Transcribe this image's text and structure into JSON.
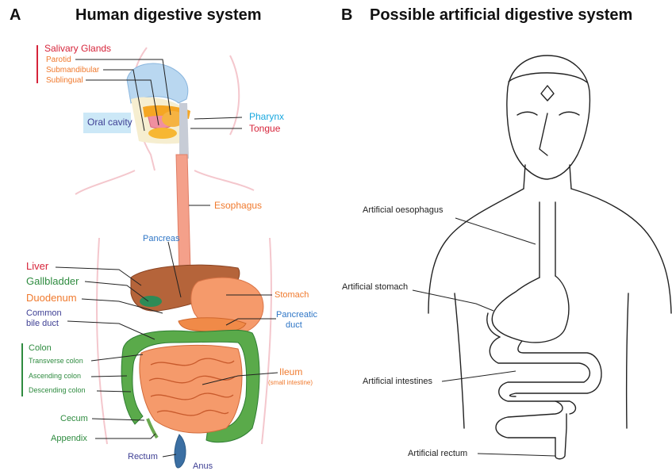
{
  "panel_a": {
    "letter": "A",
    "title": "Human digestive system",
    "labels": {
      "salivary_glands": "Salivary Glands",
      "parotid": "Parotid",
      "submandibular": "Submandibular",
      "sublingual": "Sublingual",
      "oral_cavity": "Oral cavity",
      "pharynx": "Pharynx",
      "tongue": "Tongue",
      "esophagus": "Esophagus",
      "pancreas": "Pancreas",
      "liver": "Liver",
      "gallbladder": "Gallbladder",
      "duodenum": "Duodenum",
      "common_bile_duct_1": "Common",
      "common_bile_duct_2": "bile duct",
      "stomach": "Stomach",
      "pancreatic_duct_1": "Pancreatic",
      "pancreatic_duct_2": "duct",
      "colon": "Colon",
      "transverse_colon": "Transverse colon",
      "ascending_colon": "Ascending colon",
      "descending_colon": "Descending colon",
      "ileum": "Ileum",
      "ileum_note": "(small intestine)",
      "cecum": "Cecum",
      "appendix": "Appendix",
      "rectum": "Rectum",
      "anus": "Anus"
    }
  },
  "panel_b": {
    "letter": "B",
    "title": "Possible artificial digestive system",
    "labels": {
      "oesophagus": "Artificial oesophagus",
      "stomach": "Artificial stomach",
      "intestines": "Artificial intestines",
      "rectum": "Artificial rectum"
    }
  }
}
